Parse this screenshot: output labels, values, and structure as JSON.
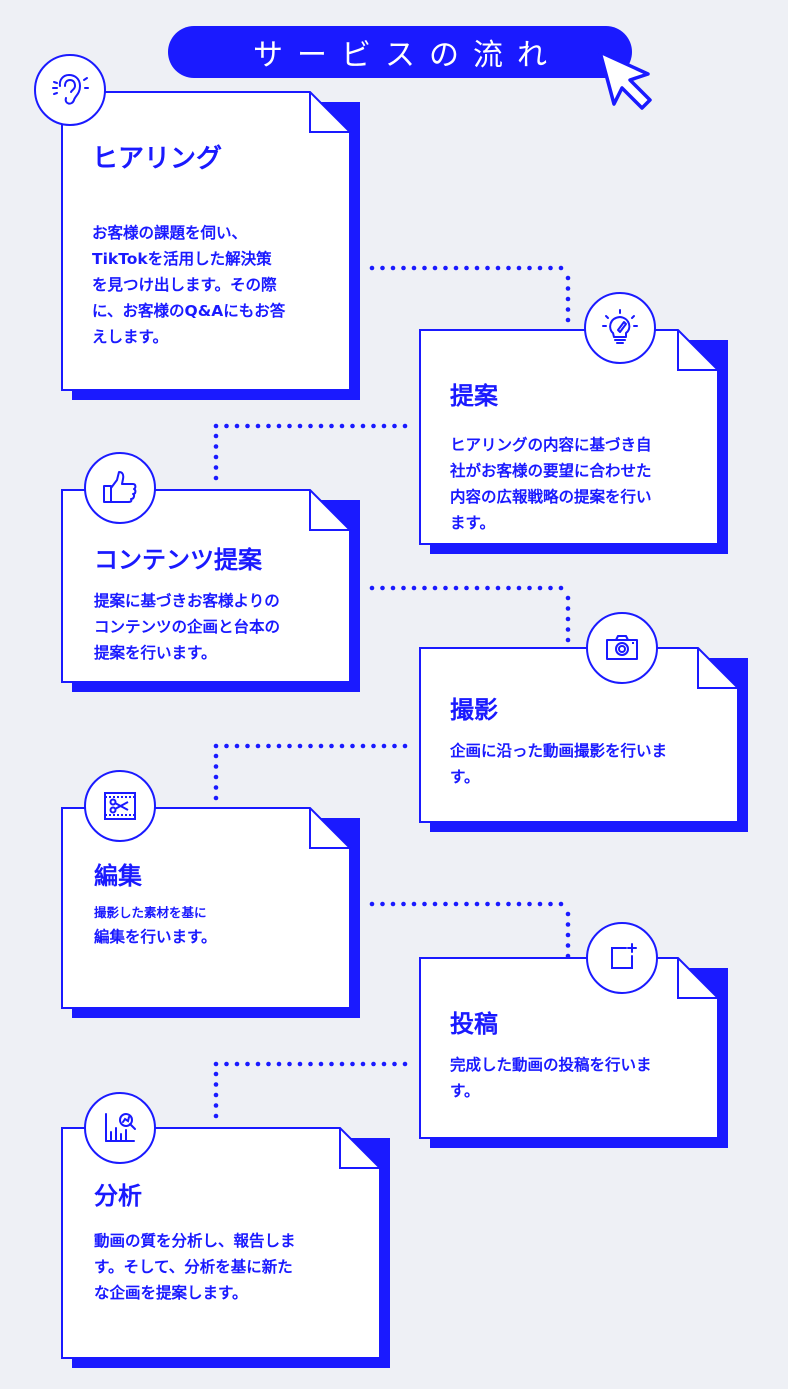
{
  "header": {
    "title": "サービスの流れ"
  },
  "colors": {
    "accent": "#1a1aff",
    "background": "#eef0f5",
    "card": "#ffffff"
  },
  "steps": [
    {
      "icon": "ear-icon",
      "title": "ヒアリング",
      "body": "お客様の課題を伺い、\nTikTokを活用した解決策\nを見つけ出します。その際\nに、お客様のQ&Aにもお答\nえします。"
    },
    {
      "icon": "lightbulb-pen-icon",
      "title": "提案",
      "body": "ヒアリングの内容に基づき自\n社がお客様の要望に合わせた\n内容の広報戦略の提案を行い\nます。"
    },
    {
      "icon": "thumbs-up-icon",
      "title": "コンテンツ提案",
      "body": "提案に基づきお客様よりの\nコンテンツの企画と台本の\n提案を行います。"
    },
    {
      "icon": "camera-icon",
      "title": "撮影",
      "body": "企画に沿った動画撮影を行いま\nす。"
    },
    {
      "icon": "scissors-film-icon",
      "title": "編集",
      "body_line1": "撮影した素材を基に",
      "body_line2": "編集を行います。"
    },
    {
      "icon": "add-post-icon",
      "title": "投稿",
      "body": "完成した動画の投稿を行いま\nす。"
    },
    {
      "icon": "analytics-chart-icon",
      "title": "分析",
      "body": "動画の質を分析し、報告しま\nす。そして、分析を基に新た\nな企画を提案します。"
    }
  ]
}
